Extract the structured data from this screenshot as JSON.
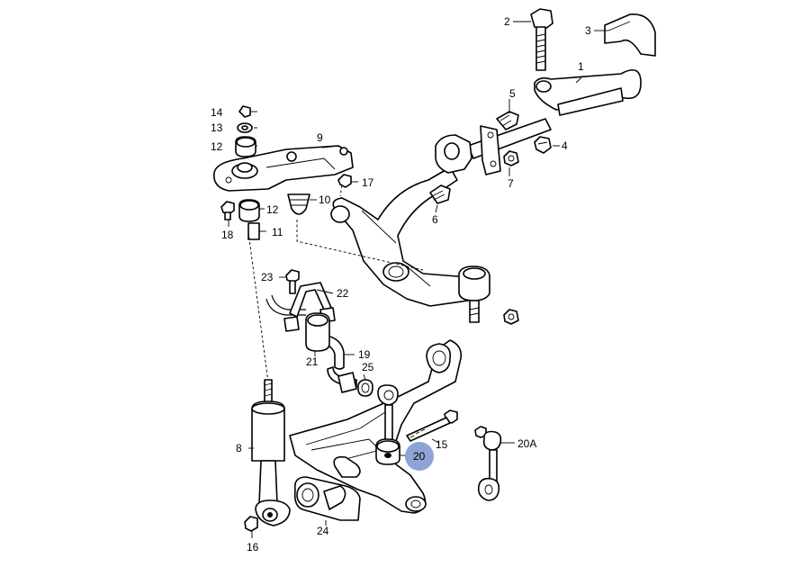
{
  "diagram": {
    "labels": {
      "p1": "1",
      "p2": "2",
      "p3": "3",
      "p4": "4",
      "p5": "5",
      "p6": "6",
      "p7": "7",
      "p8": "8",
      "p9": "9",
      "p10": "10",
      "p11": "11",
      "p12a": "12",
      "p12b": "12",
      "p13": "13",
      "p14": "14",
      "p15": "15",
      "p16": "16",
      "p17": "17",
      "p18": "18",
      "p19": "19",
      "p20": "20",
      "p20a": "20A",
      "p21": "21",
      "p22": "22",
      "p23": "23",
      "p24": "24",
      "p25": "25"
    },
    "highlight_color": "#8fa3d6",
    "highlighted_part": "20"
  }
}
